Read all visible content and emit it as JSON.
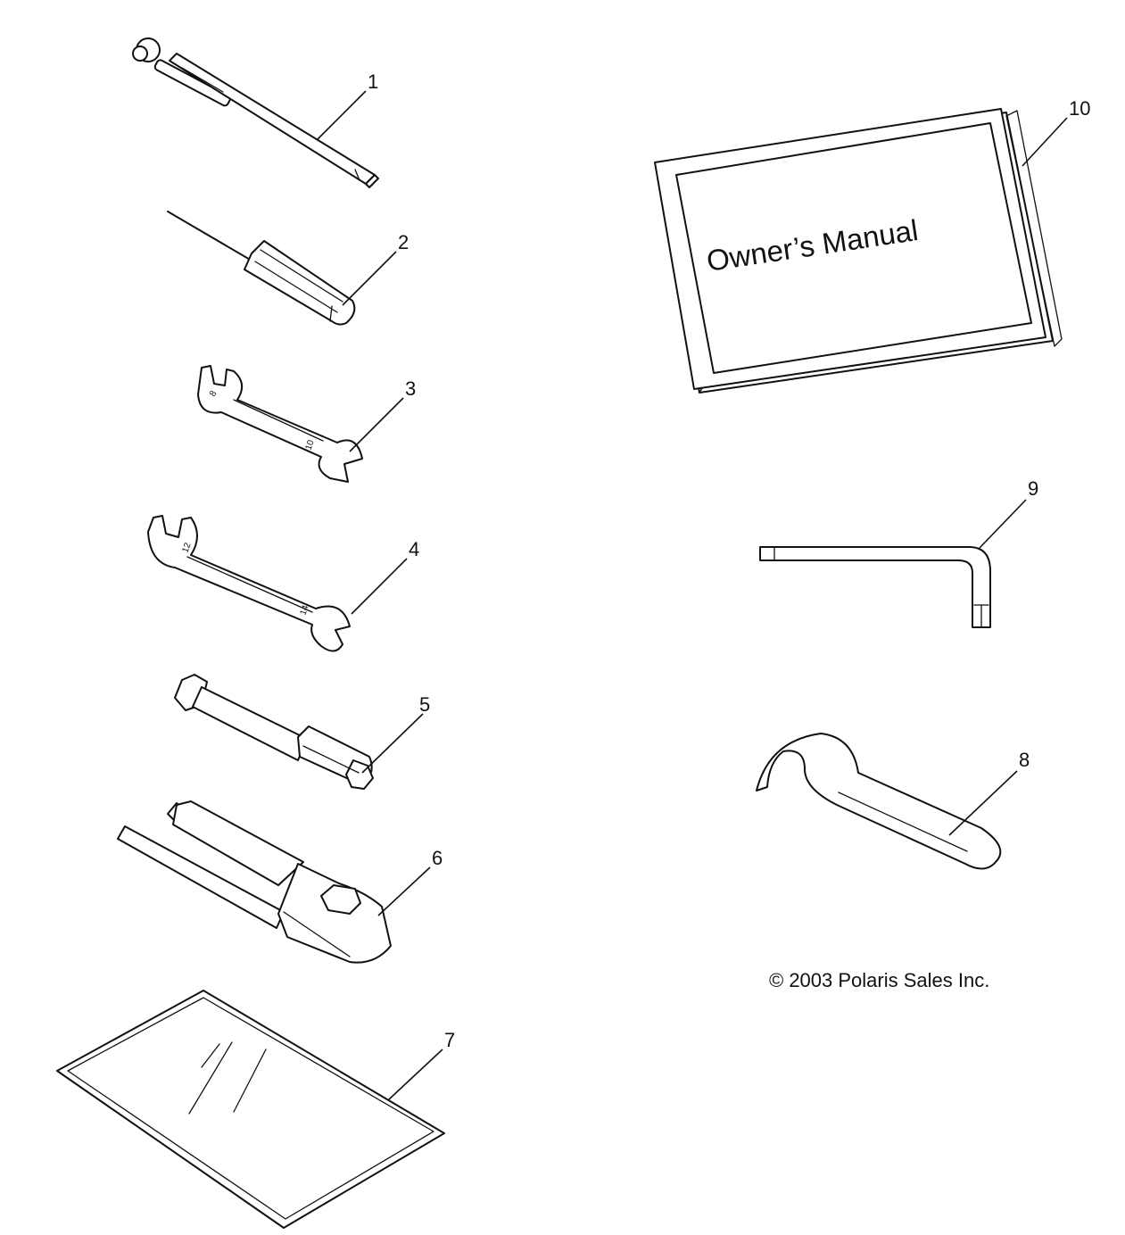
{
  "callouts": [
    "1",
    "2",
    "3",
    "4",
    "5",
    "6",
    "7",
    "8",
    "9",
    "10"
  ],
  "manual": {
    "title": "Owner’s Manual"
  },
  "wrench_small": {
    "size_a": "8",
    "size_b": "10"
  },
  "wrench_large": {
    "size_a": "12",
    "size_b": "14"
  },
  "copyright": "© 2003 Polaris Sales Inc."
}
